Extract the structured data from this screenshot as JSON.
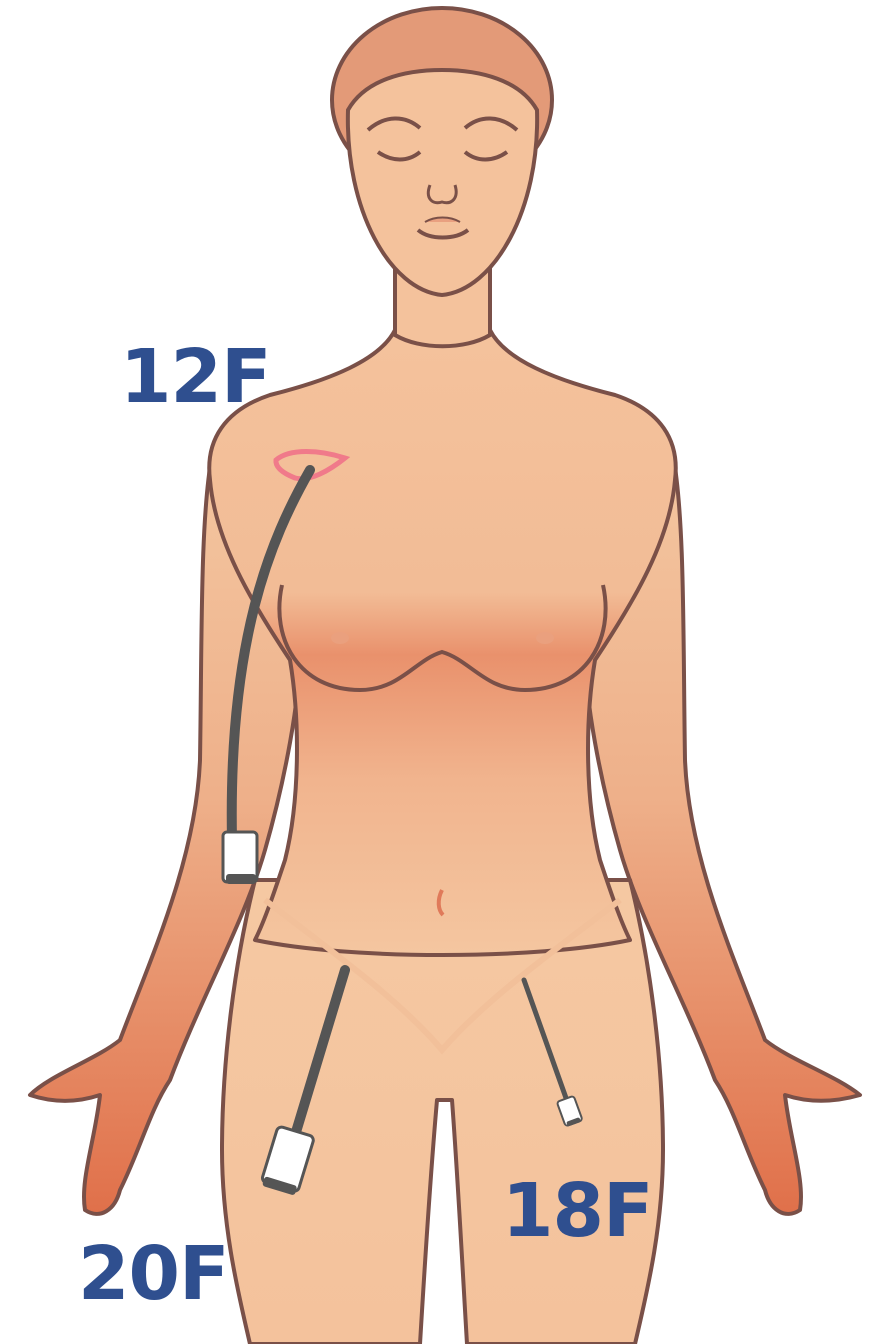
{
  "labels": {
    "catheter_12f": "12F",
    "catheter_18f": "18F",
    "catheter_20f": "20F"
  },
  "colors": {
    "label_text": "#2f4f8f",
    "skin_light": "#f4c6a0",
    "skin_mid": "#eeb08a",
    "skin_dark": "#e0704a",
    "outline": "#7a5048",
    "hair": "#e39a78",
    "catheter": "#555555",
    "hub": "#ffffff",
    "insertion_mark": "#f07a8a"
  },
  "icons": {
    "figure": "female-body-front-icon",
    "catheter": "catheter-icon"
  }
}
